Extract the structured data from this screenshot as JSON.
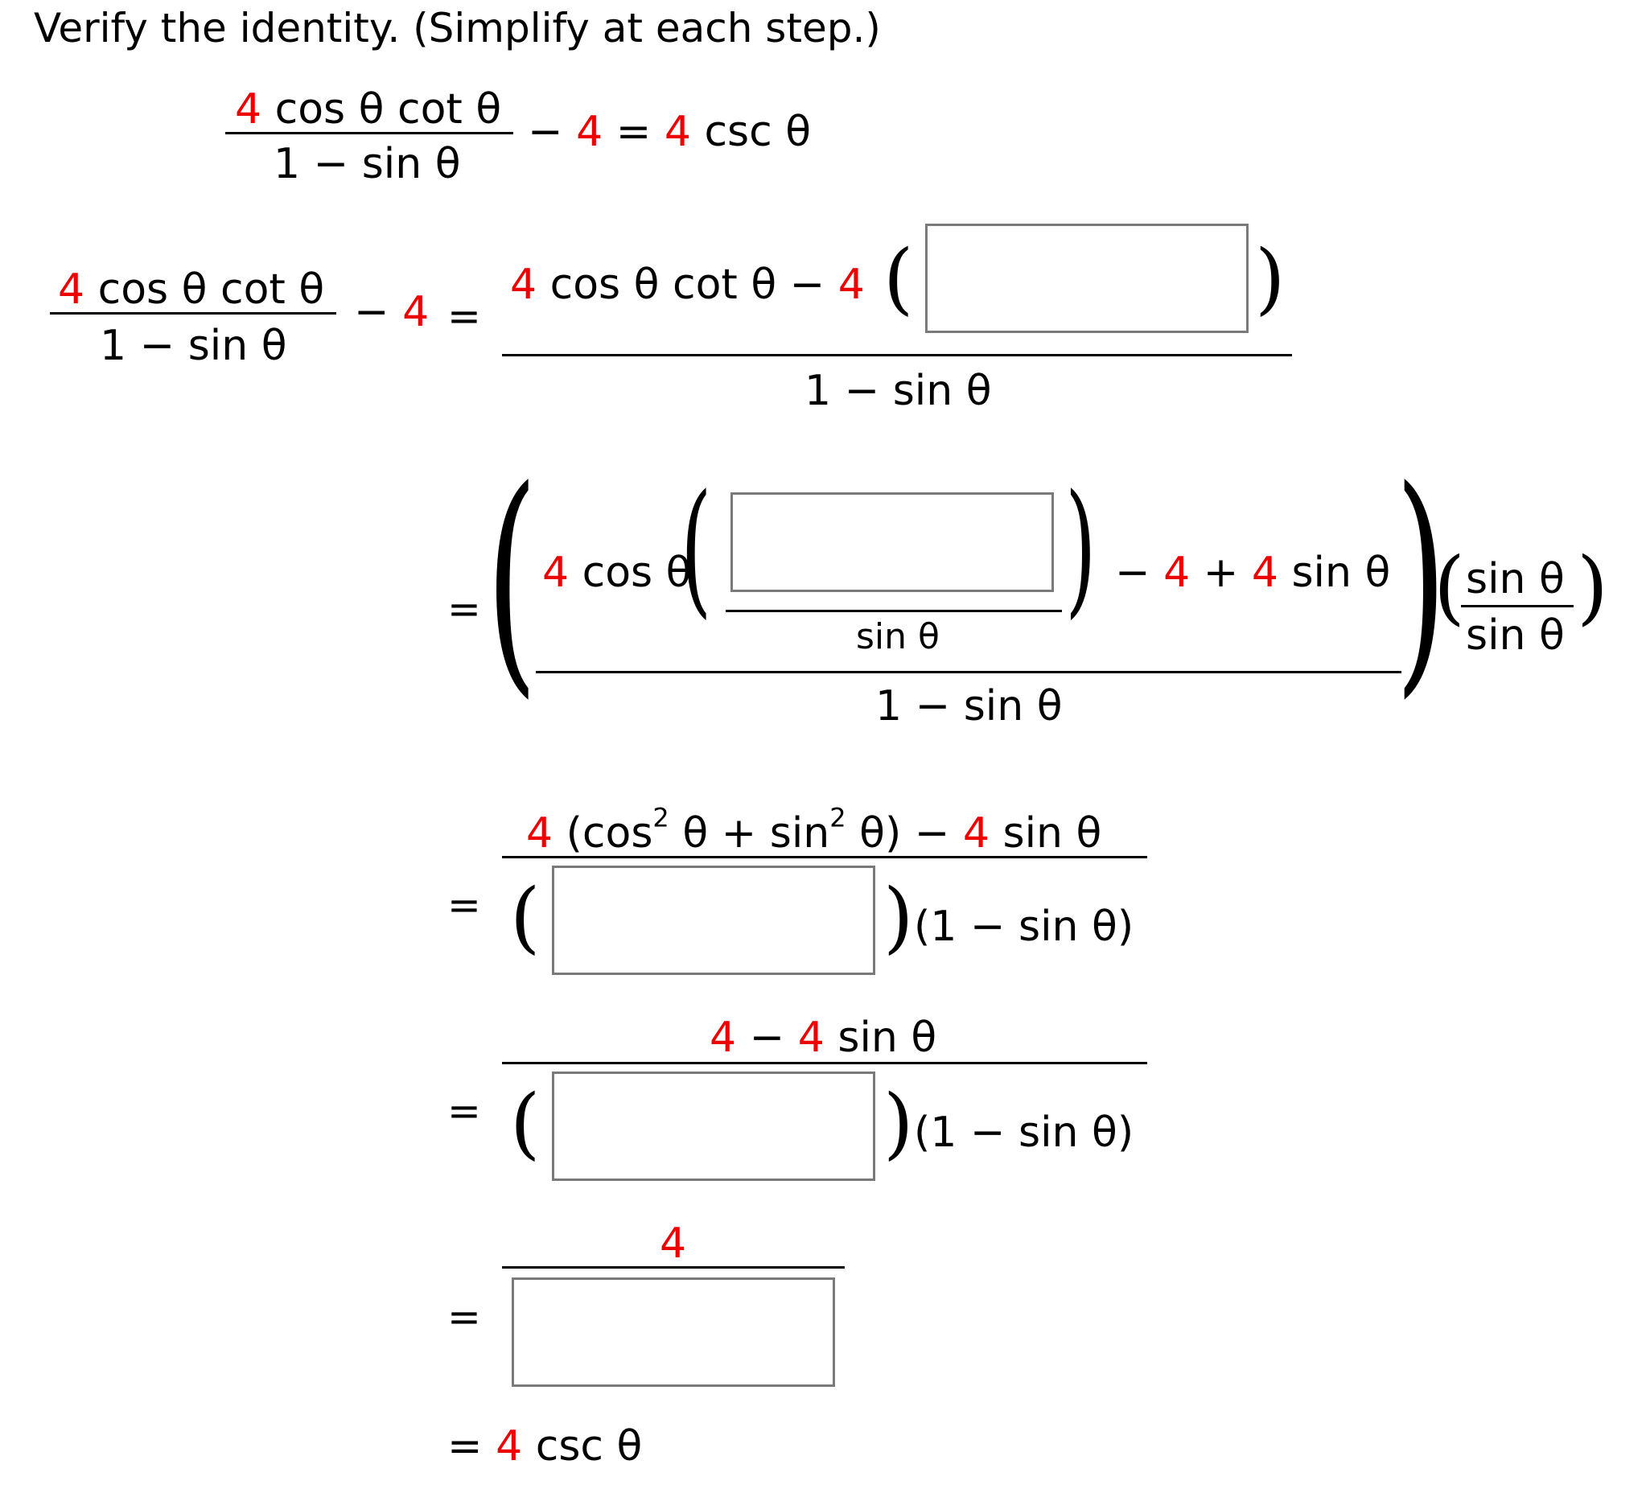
{
  "instruction": "Verify the identity. (Simplify at each step.)",
  "identity": {
    "lhs_num_coef": "4",
    "lhs_num_rest": "cos θ cot θ",
    "lhs_den": "1 − sin θ",
    "minus": "−",
    "lhs_const": "4",
    "equals": "=",
    "rhs_coef": "4",
    "rhs_rest": "csc θ"
  },
  "step1": {
    "left_num_coef": "4",
    "left_num_rest": "cos θ cot θ",
    "left_den": "1 − sin θ",
    "minus": "−",
    "left_const": "4",
    "equals": "=",
    "num_coef": "4",
    "num_text": "cos θ cot θ −",
    "num_const": "4",
    "den": "1 − sin θ",
    "answer": ""
  },
  "step2": {
    "equals": "=",
    "coef": "4",
    "cos_text": "cos θ",
    "inner_den": "sin θ",
    "minus": "−",
    "const1": "4",
    "plus": "+",
    "const2": "4",
    "sin_text": "sin θ",
    "den": "1 − sin θ",
    "mult_num": "sin θ",
    "mult_den": "sin θ",
    "answer": ""
  },
  "step3": {
    "equals": "=",
    "coef": "4",
    "paren_expr_a": "(cos",
    "exp1": "2",
    "paren_expr_b": "θ + sin",
    "exp2": "2",
    "paren_expr_c": "θ) −",
    "const": "4",
    "sin_text": "sin θ",
    "den_tail": "(1 − sin θ)",
    "answer": ""
  },
  "step4": {
    "equals": "=",
    "const1": "4",
    "minus": "−",
    "const2": "4",
    "sin_text": "sin θ",
    "den_tail": "(1 − sin θ)",
    "answer": ""
  },
  "step5": {
    "equals": "=",
    "num": "4",
    "answer": ""
  },
  "final": {
    "equals": "=",
    "coef": "4",
    "rest": "csc θ"
  }
}
